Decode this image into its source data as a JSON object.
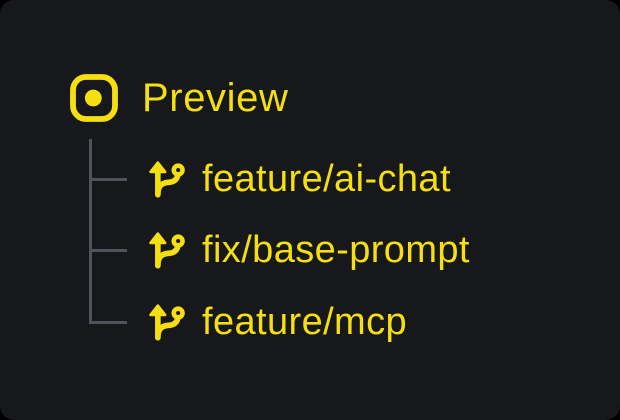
{
  "card": {
    "header": {
      "label": "Preview",
      "icon": "dot-in-rounded-square-icon"
    },
    "branches": [
      {
        "icon": "git-branch-icon",
        "label": "feature/ai-chat"
      },
      {
        "icon": "git-branch-icon",
        "label": "fix/base-prompt"
      },
      {
        "icon": "git-branch-icon",
        "label": "feature/mcp"
      }
    ],
    "colors": {
      "accent_yellow": "#f5df10",
      "tree_line_gray": "#4e535c",
      "card_background": "#17181c",
      "page_background": "#000000"
    }
  }
}
